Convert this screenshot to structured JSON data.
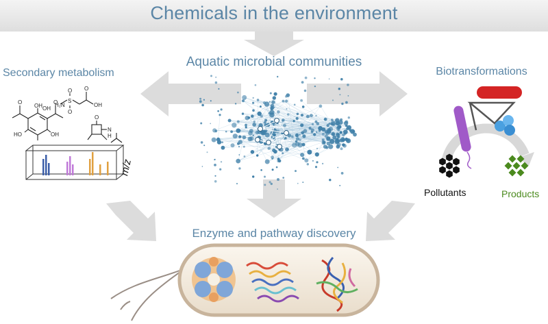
{
  "title": "Chemicals in the environment",
  "center_label": "Aquatic microbial communities",
  "left_label": "Secondary metabolism",
  "right_label": "Biotransformations",
  "bottom_label": "Enzyme and pathway discovery",
  "pollutants_label": "Pollutants",
  "products_label": "Products",
  "mz_label": "m/z",
  "chem_labels": {
    "oh1": "OH",
    "oh2": "OH",
    "ho": "HO",
    "oh3": "OH",
    "h2n": "H₂N",
    "s": "S",
    "o1": "O",
    "o2": "O",
    "o3": "O",
    "oh4": "OH",
    "o4": "O",
    "o5": "O",
    "n": "N",
    "h": "H",
    "o6": "O"
  },
  "colors": {
    "title_text": "#5b86a6",
    "arrow": "#dcdcdc",
    "network": "#3f7fa8",
    "products_text": "#4b8a1e",
    "spectrum_blue": "#3b5ea8",
    "spectrum_purple": "#c07ad8",
    "spectrum_orange": "#e0a040",
    "cell_outline": "#c8b49c",
    "cell_fill": "#f3ebdf"
  }
}
